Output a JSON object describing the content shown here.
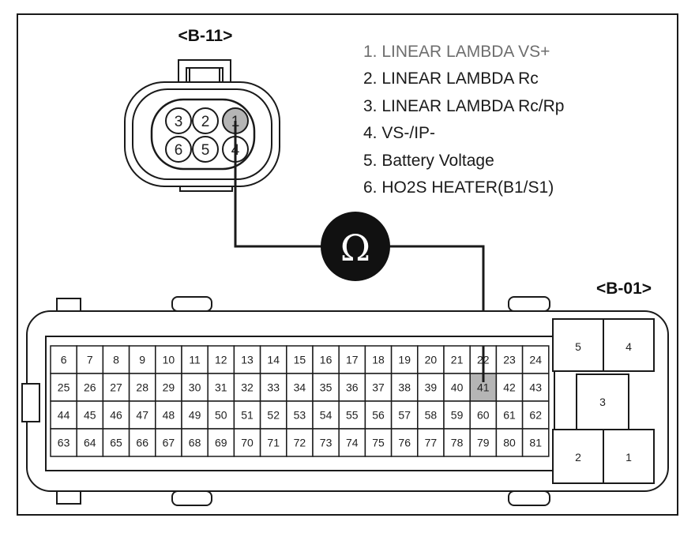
{
  "connector_b11": {
    "title": "<B-11>",
    "pins_top": [
      "3",
      "2",
      "1"
    ],
    "pins_bottom": [
      "6",
      "5",
      "4"
    ],
    "highlight_pin": "1"
  },
  "pin_legend": [
    "1. LINEAR LAMBDA VS+",
    "2. LINEAR LAMBDA Rc",
    "3. LINEAR LAMBDA Rc/Rp",
    "4. VS-/IP-",
    "5. Battery Voltage",
    "6. HO2S HEATER(B1/S1)"
  ],
  "meter": {
    "symbol": "Ω"
  },
  "connector_b01": {
    "title": "<B-01>",
    "grid_rows": [
      [
        "6",
        "7",
        "8",
        "9",
        "10",
        "11",
        "12",
        "13",
        "14",
        "15",
        "16",
        "17",
        "18",
        "19",
        "20",
        "21",
        "22",
        "23",
        "24"
      ],
      [
        "25",
        "26",
        "27",
        "28",
        "29",
        "30",
        "31",
        "32",
        "33",
        "34",
        "35",
        "36",
        "37",
        "38",
        "39",
        "40",
        "41",
        "42",
        "43"
      ],
      [
        "44",
        "45",
        "46",
        "47",
        "48",
        "49",
        "50",
        "51",
        "52",
        "53",
        "54",
        "55",
        "56",
        "57",
        "58",
        "59",
        "60",
        "61",
        "62"
      ],
      [
        "63",
        "64",
        "65",
        "66",
        "67",
        "68",
        "69",
        "70",
        "71",
        "72",
        "73",
        "74",
        "75",
        "76",
        "77",
        "78",
        "79",
        "80",
        "81"
      ]
    ],
    "highlight_pin": "41",
    "side_pins": [
      "5",
      "4",
      "3",
      "2",
      "1"
    ]
  },
  "colors": {
    "line": "#1a1a1a",
    "highlight": "#b5b5b5",
    "meter": "#111111"
  }
}
